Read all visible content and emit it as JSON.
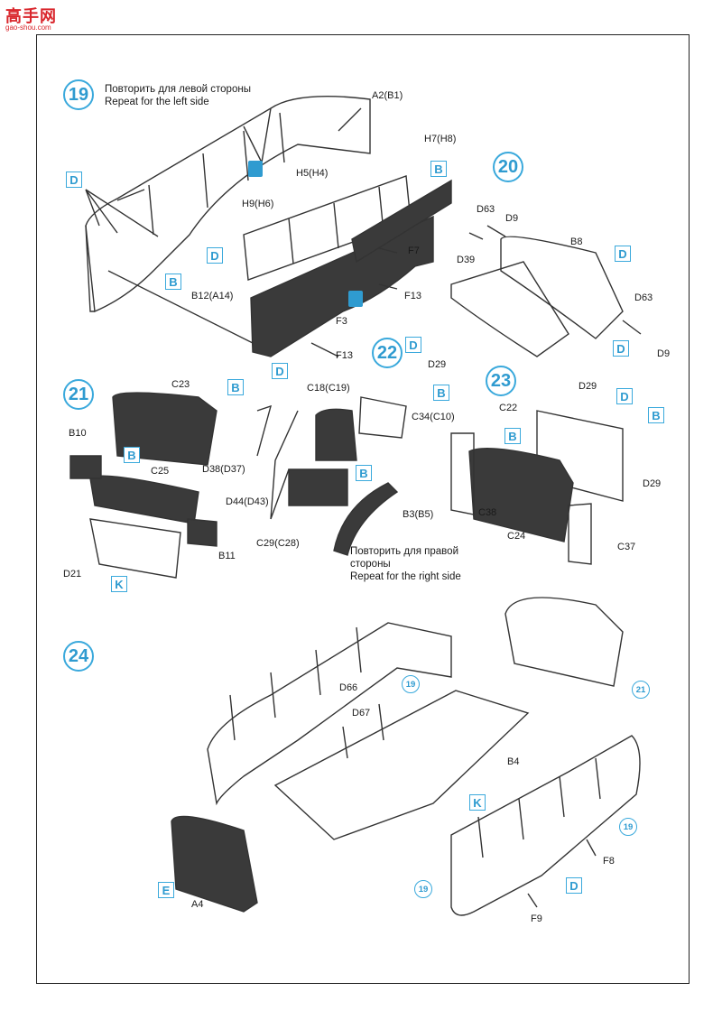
{
  "logo": {
    "title": "高手网",
    "sub": "gao-shou.com"
  },
  "steps": {
    "s19": {
      "num": "19",
      "note_ru": "Повторить для левой стороны",
      "note_en": "Repeat for the left side"
    },
    "s20": {
      "num": "20"
    },
    "s21": {
      "num": "21"
    },
    "s22": {
      "num": "22",
      "note_ru1": "Повторить для правой",
      "note_ru2": "стороны",
      "note_en": "Repeat for the right side"
    },
    "s23": {
      "num": "23"
    },
    "s24": {
      "num": "24"
    }
  },
  "labels": {
    "a2": "A2(B1)",
    "h7": "H7(H8)",
    "h5": "H5(H4)",
    "h9": "H9(H6)",
    "b12": "B12(A14)",
    "f7": "F7",
    "f13a": "F13",
    "f3": "F3",
    "f13b": "F13",
    "d63a": "D63",
    "d9a": "D9",
    "b8": "B8",
    "d39": "D39",
    "d63b": "D63",
    "d9b": "D9",
    "c23": "C23",
    "b10": "B10",
    "c25": "C25",
    "d21": "D21",
    "b11": "B11",
    "d38": "D38(D37)",
    "c18": "C18(C19)",
    "d29a": "D29",
    "c34": "C34(C10)",
    "d44": "D44(D43)",
    "c29": "C29(C28)",
    "b3": "B3(B5)",
    "d29b": "D29",
    "c22": "C22",
    "d29c": "D29",
    "c38": "C38",
    "c24": "C24",
    "c37": "C37",
    "d66": "D66",
    "d67": "D67",
    "b4": "B4",
    "a4": "A4",
    "f8": "F8",
    "f9": "F9"
  },
  "boxes": {
    "d": "D",
    "b": "B",
    "k": "K",
    "e": "E"
  },
  "subrefs": {
    "r19": "19",
    "r21": "21"
  }
}
